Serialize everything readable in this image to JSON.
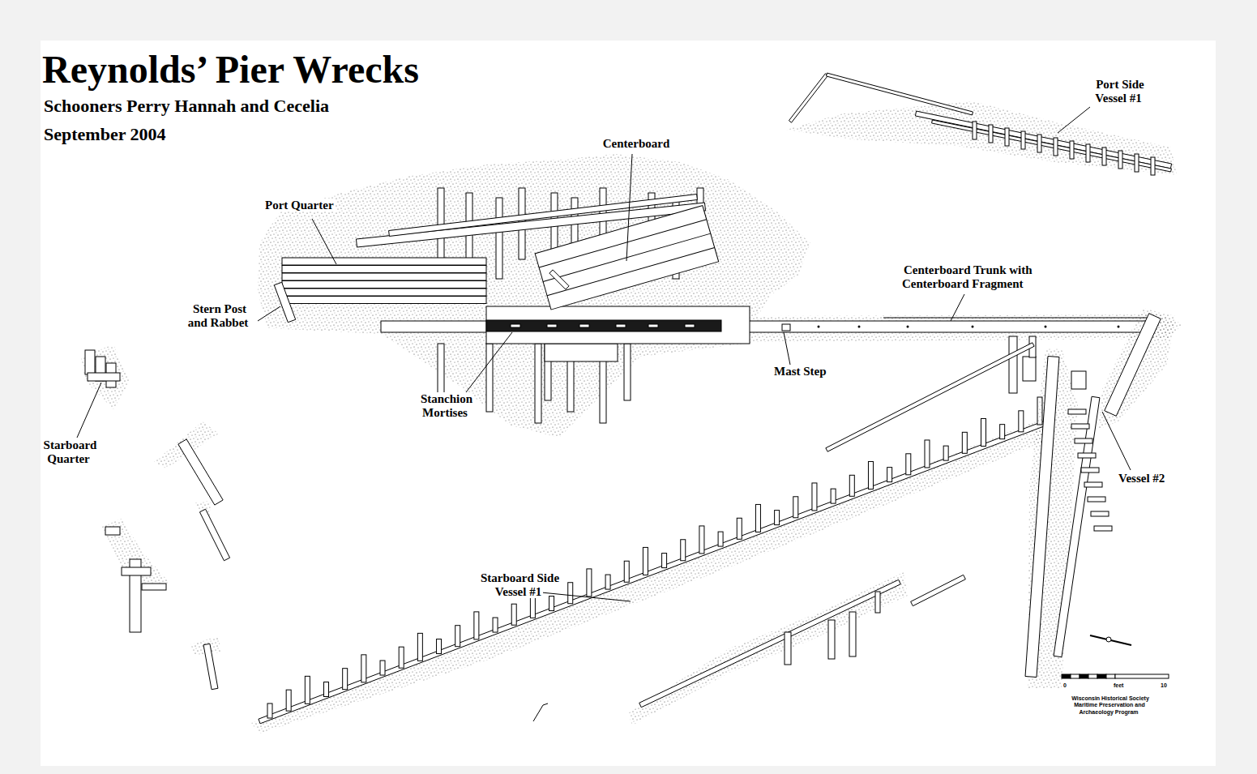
{
  "diagram": {
    "title": "Reynolds’ Pier Wrecks",
    "labels": [
      "Schooners Perry Hannah and Cecelia",
      "September 2004",
      "Centerboard",
      "Port Quarter",
      "Stern Post and Rabbet",
      "Stanchion Mortises",
      "Mast Step",
      "Centerboard Trunk with Centerboard Fragment",
      "Port Side Vessel #1",
      "Starboard Quarter",
      "Vessel #2",
      "Starboard Side Vessel #1",
      "0",
      "feet",
      "10",
      "Wisconsin Historical Society Maritime Preservation and Archaeology Program"
    ]
  }
}
